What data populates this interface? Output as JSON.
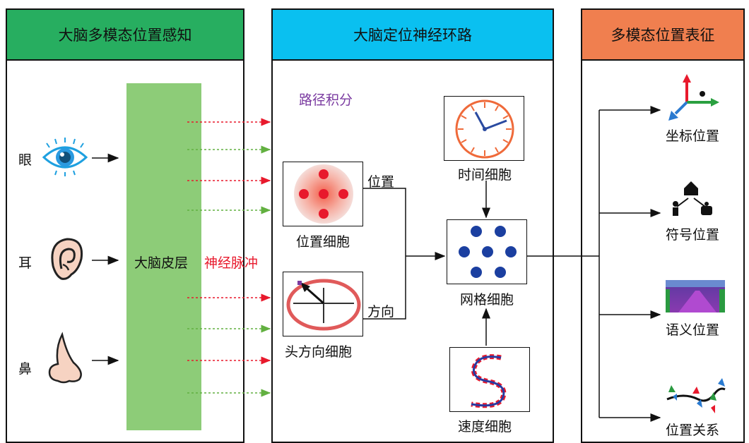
{
  "panels": {
    "perception": {
      "title": "大脑多模态位置感知",
      "color": "#27ae60"
    },
    "circuit": {
      "title": "大脑定位神经环路",
      "color": "#0ac0f0"
    },
    "representation": {
      "title": "多模态位置表征",
      "color": "#f07f4f"
    }
  },
  "senses": {
    "eye": "眼",
    "ear": "耳",
    "nose": "鼻"
  },
  "cortex": {
    "label": "大脑皮层",
    "color": "#8dcc78"
  },
  "impulse": {
    "label": "神经脉冲",
    "color": "#e8192c"
  },
  "circuit": {
    "path_integration": "路径积分",
    "place_cell": "位置细胞",
    "head_direction_cell": "头方向细胞",
    "time_cell": "时间细胞",
    "grid_cell": "网格细胞",
    "speed_cell": "速度细胞",
    "edge_position": "位置",
    "edge_direction": "方向"
  },
  "outputs": {
    "coordinate": "坐标位置",
    "symbolic": "符号位置",
    "semantic": "语义位置",
    "relation": "位置关系"
  }
}
